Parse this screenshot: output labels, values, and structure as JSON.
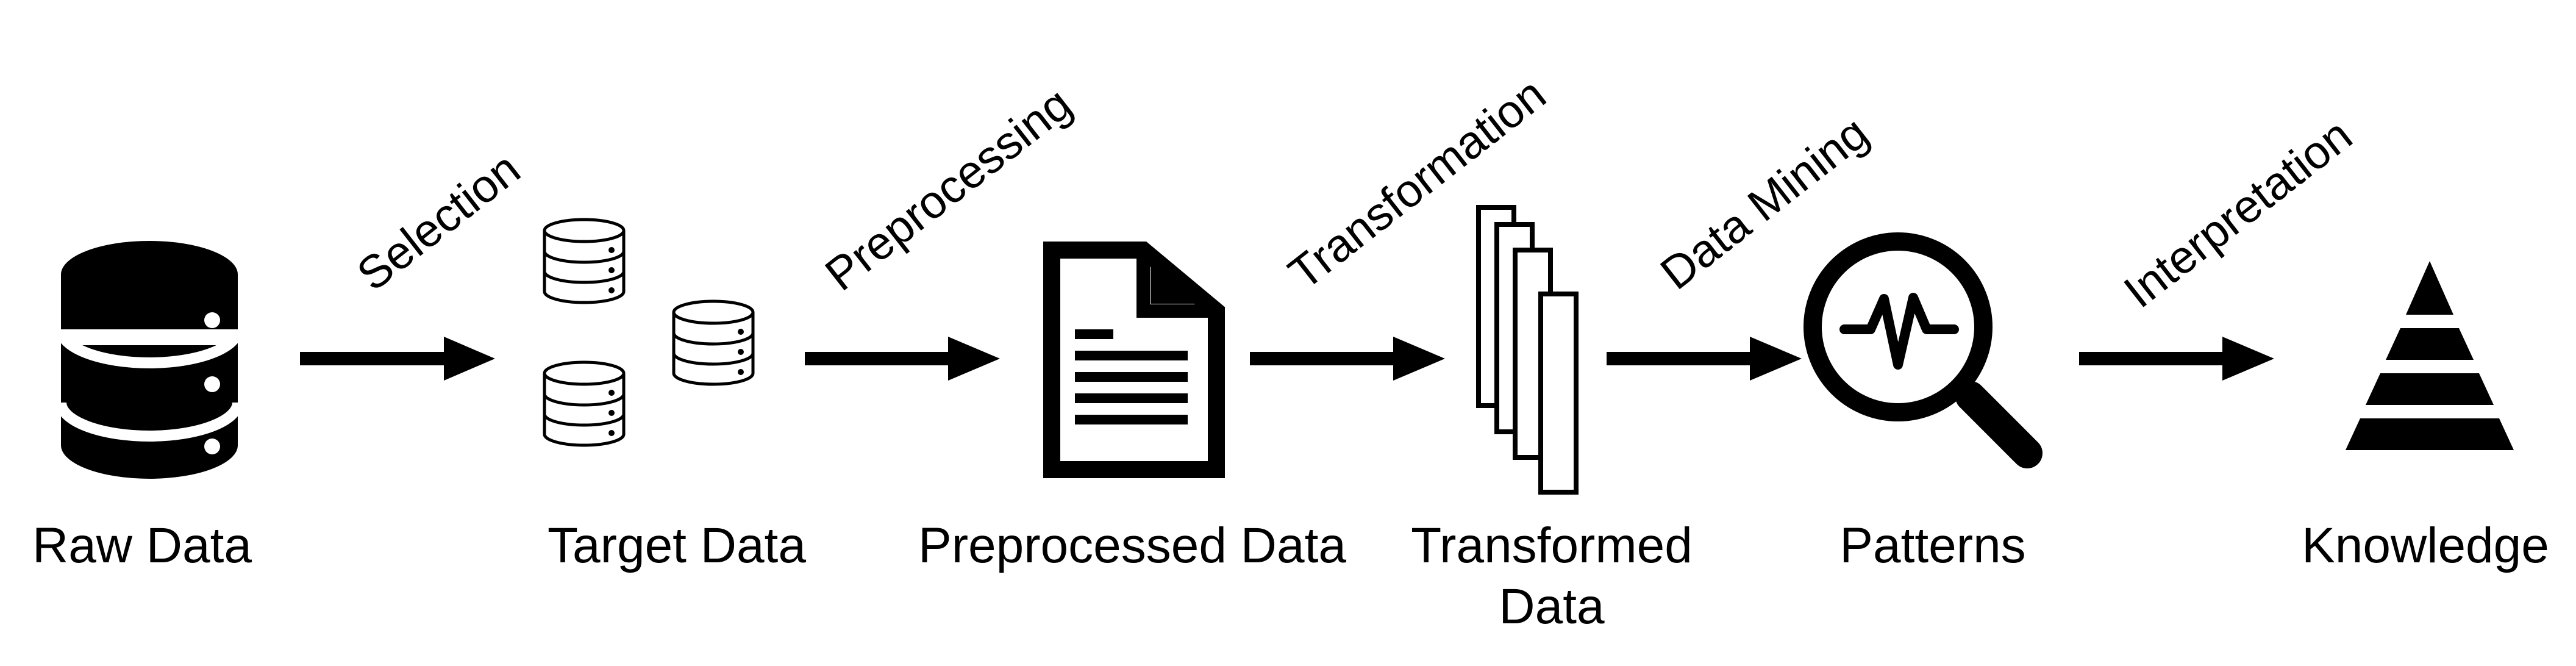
{
  "diagram": {
    "nodes": [
      {
        "id": "raw-data",
        "label_lines": [
          "Raw Data"
        ],
        "icon": "database-icon"
      },
      {
        "id": "target-data",
        "label_lines": [
          "Target Data"
        ],
        "icon": "database-set-icon"
      },
      {
        "id": "preprocessed-data",
        "label_lines": [
          "Preprocessed Data"
        ],
        "icon": "document-icon"
      },
      {
        "id": "transformed-data",
        "label_lines": [
          "Transformed",
          "Data"
        ],
        "icon": "stacked-pages-icon"
      },
      {
        "id": "patterns",
        "label_lines": [
          "Patterns"
        ],
        "icon": "magnifier-waveform-icon"
      },
      {
        "id": "knowledge",
        "label_lines": [
          "Knowledge"
        ],
        "icon": "pyramid-icon"
      }
    ],
    "steps": [
      {
        "id": "selection",
        "label": "Selection"
      },
      {
        "id": "preprocessing",
        "label": "Preprocessing"
      },
      {
        "id": "transformation",
        "label": "Transformation"
      },
      {
        "id": "data-mining",
        "label": "Data Mining"
      },
      {
        "id": "interpretation",
        "label": "Interpretation"
      }
    ],
    "colors": {
      "ink": "#000000",
      "paper": "#ffffff"
    }
  }
}
